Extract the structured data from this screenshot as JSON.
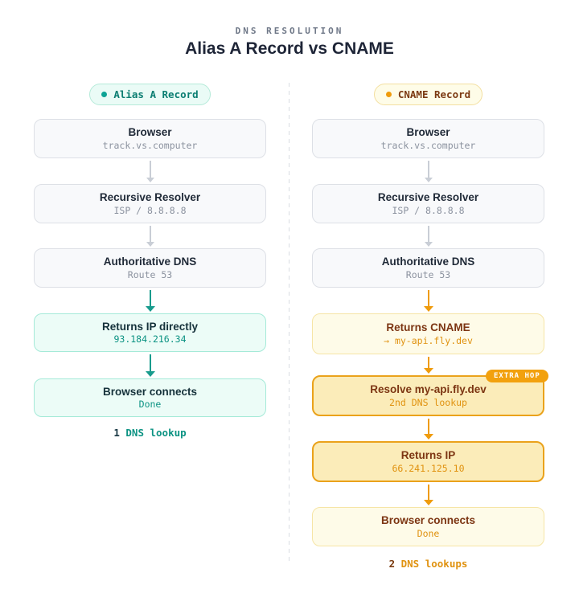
{
  "header": {
    "eyebrow": "DNS RESOLUTION",
    "title": "Alias A Record vs CNAME"
  },
  "colors": {
    "teal_accent": "#0d9488",
    "teal_box_bg": "#ecfcf7",
    "orange_accent": "#ef9b0c",
    "yellow_light_bg": "#fefbe8",
    "yellow_deep_bg": "#fbecb9",
    "neutral_box_bg": "#f8f9fb",
    "title_text": "#1e2537",
    "brown_text": "#7c3512"
  },
  "left": {
    "badge": {
      "label": "Alias A Record"
    },
    "boxes": [
      {
        "title": "Browser",
        "subtitle": "track.vs.computer"
      },
      {
        "title": "Recursive Resolver",
        "subtitle": "ISP / 8.8.8.8"
      },
      {
        "title": "Authoritative DNS",
        "subtitle": "Route 53"
      },
      {
        "title": "Returns IP directly",
        "subtitle": "93.184.216.34"
      },
      {
        "title": "Browser connects",
        "subtitle": "Done"
      }
    ],
    "summary": {
      "count": "1",
      "label": "DNS lookup"
    }
  },
  "right": {
    "badge": {
      "label": "CNAME Record"
    },
    "boxes": [
      {
        "title": "Browser",
        "subtitle": "track.vs.computer"
      },
      {
        "title": "Recursive Resolver",
        "subtitle": "ISP / 8.8.8.8"
      },
      {
        "title": "Authoritative DNS",
        "subtitle": "Route 53"
      },
      {
        "title": "Returns CNAME",
        "subtitle": "→ my-api.fly.dev"
      },
      {
        "title": "Resolve my-api.fly.dev",
        "subtitle": "2nd DNS lookup",
        "tag": "EXTRA HOP"
      },
      {
        "title": "Returns IP",
        "subtitle": "66.241.125.10"
      },
      {
        "title": "Browser connects",
        "subtitle": "Done"
      }
    ],
    "summary": {
      "count": "2",
      "label": "DNS lookups"
    }
  }
}
